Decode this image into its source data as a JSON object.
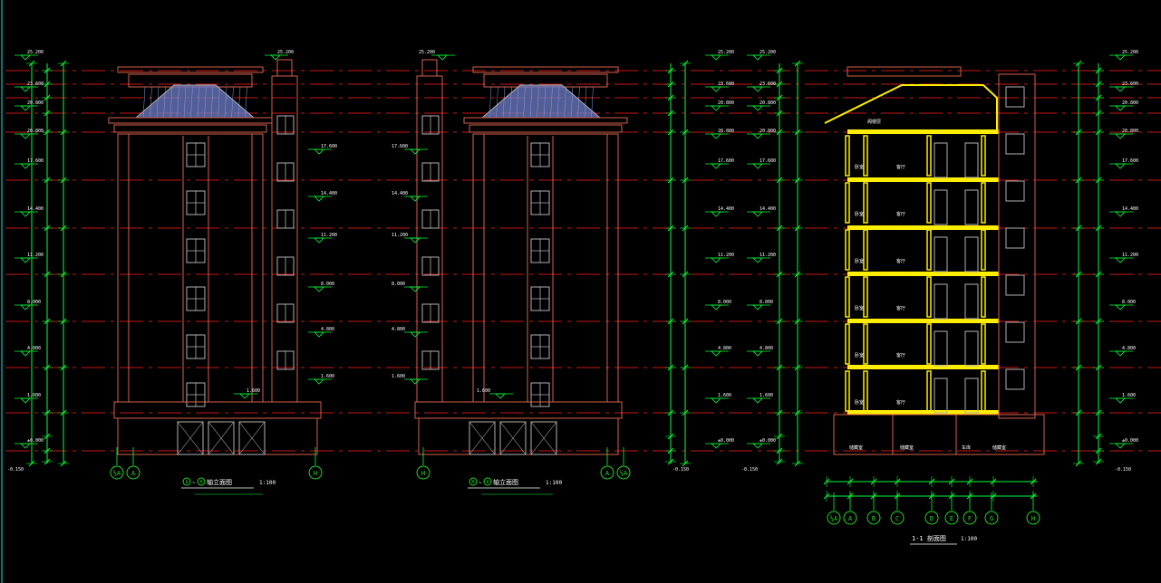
{
  "colors": {
    "background": "#000000",
    "level_line": "#c81818",
    "dimension": "#00ff3c",
    "outline": "#d4604a",
    "window": "#b0b0b0",
    "roof_tile": "#6f7ec8",
    "grid_bubble": "#22d822",
    "section_cut": "#ffee00",
    "text": "#ffffff",
    "left_border": "#00c8c8"
  },
  "axis_bubbles": {
    "left_elevation": [
      "½A",
      "A",
      "H"
    ],
    "right_elevation": [
      "H",
      "A",
      "½A"
    ],
    "section": [
      "½A",
      "A",
      "B",
      "C",
      "D",
      "E",
      "F",
      "G",
      "H"
    ]
  },
  "titles": {
    "left_elevation": {
      "axis_from": "A",
      "axis_to": "H",
      "name": "轴立面图",
      "scale": "1:100"
    },
    "right_elevation": {
      "axis_from": "H",
      "axis_to": "A",
      "name": "轴立面图",
      "scale": "1:100"
    },
    "section": {
      "name": "1-1 剖面图",
      "scale": "1:100"
    }
  },
  "level_labels": {
    "roof_top": "25.200",
    "roof_eave": "23.600",
    "floor_7": "20.800",
    "floor_6": "17.600",
    "floor_5": "14.400",
    "floor_4": "11.200",
    "floor_3": "8.000",
    "floor_2": "4.800",
    "floor_1": "1.600",
    "ground": "±0.000",
    "minus": "-0.150"
  },
  "section_room_labels": [
    "卧室",
    "客厅",
    "卧室",
    "客厅",
    "卧室",
    "客厅",
    "卧室",
    "客厅",
    "卧室",
    "客厅",
    "卧室",
    "客厅"
  ],
  "section_ground_labels": [
    "储藏室",
    "储藏室",
    "车库",
    "储藏室"
  ],
  "section_attic_label": "阁楼层"
}
